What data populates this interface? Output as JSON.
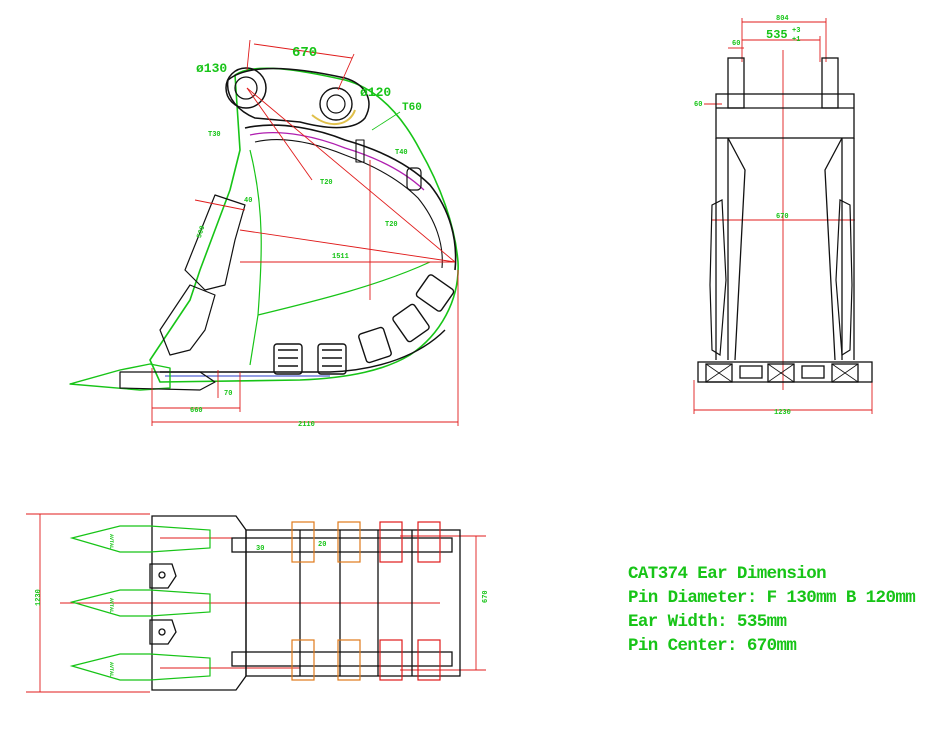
{
  "side_view": {
    "pin_front_label": "ø130",
    "pin_back_label": "ø120",
    "pin_center_label": "670",
    "plate_t60": "T60",
    "plate_t30": "T30",
    "plate_t40": "T40",
    "plate_t20a": "T20",
    "plate_t20b": "T20",
    "side_dim_500": "500",
    "side_dim_40": "40",
    "inner_1511": "1511",
    "dim_70": "70",
    "dim_660": "660",
    "dim_2110": "2110"
  },
  "front_view": {
    "top_width": "804",
    "ear_width": "535",
    "ear_tol_upper": "+3",
    "ear_tol_lower": "+1",
    "ear_thk": "60",
    "side_60": "60",
    "pin_center": "670",
    "overall_width": "1230"
  },
  "top_view": {
    "overall_width": "1230",
    "pin_center": "670",
    "dim_30": "30",
    "dim_20": "20",
    "tooth_marking": "AVTAL"
  },
  "specs": {
    "line1": "CAT374 Ear Dimension",
    "line2": "Pin Diameter: F 130mm B 120mm",
    "line3": "Ear Width: 535mm",
    "line4": "Pin Center: 670mm"
  },
  "colors": {
    "outline": "#111111",
    "dimension": "#e01b1b",
    "green": "#17c417",
    "blue": "#2a3cc9",
    "magenta": "#b01fb0",
    "orange": "#e07a1a"
  }
}
